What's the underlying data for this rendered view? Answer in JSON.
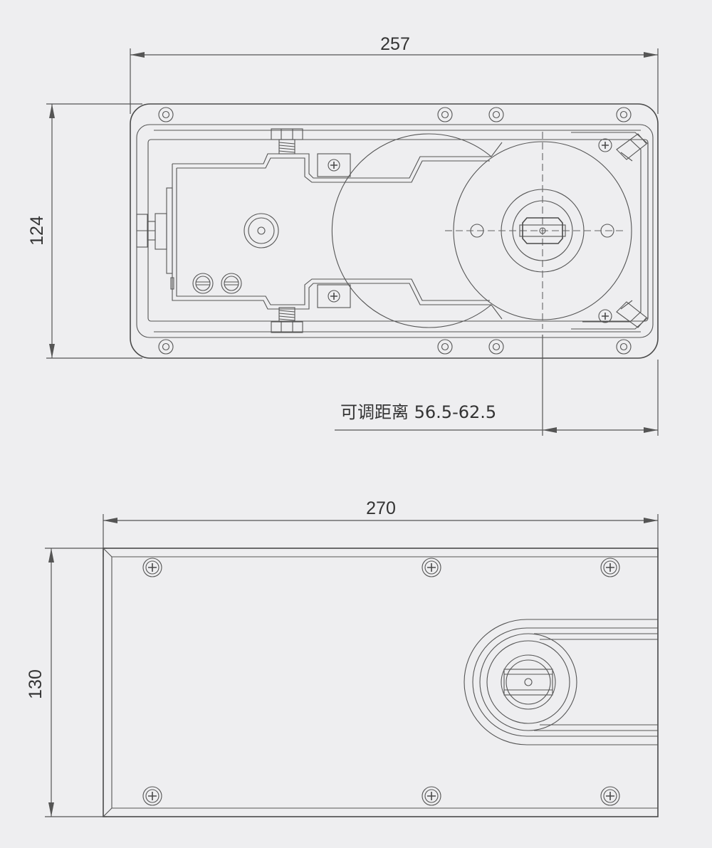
{
  "top_view": {
    "width_dim": "257",
    "height_dim": "124",
    "adjust_note": "可调距离 56.5-62.5"
  },
  "bottom_view": {
    "width_dim": "270",
    "height_dim": "130"
  }
}
